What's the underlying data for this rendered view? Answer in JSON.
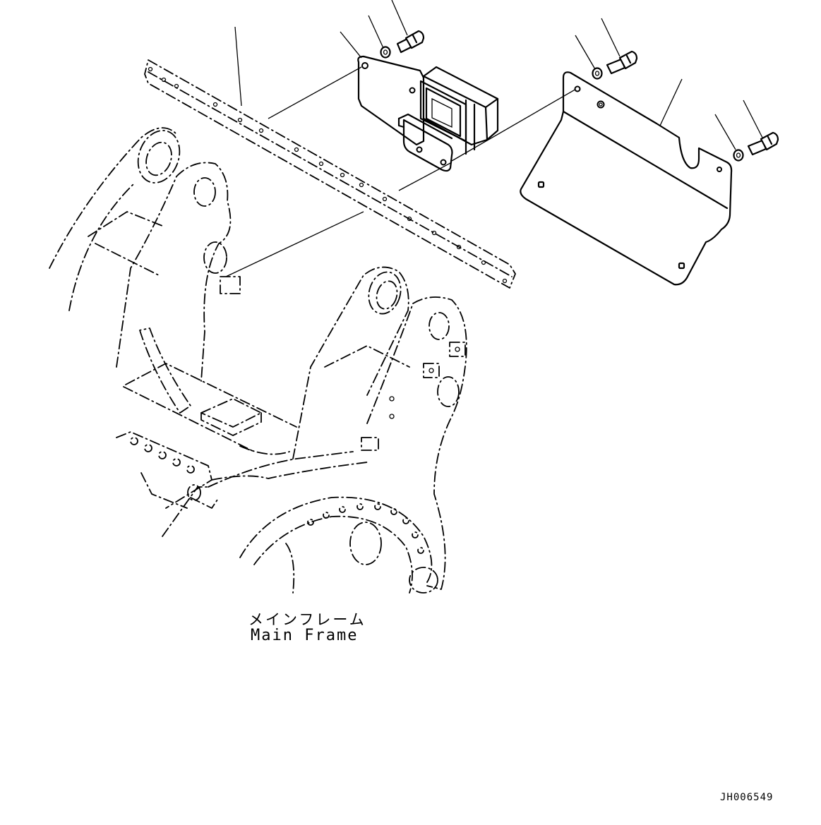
{
  "labels": {
    "main_frame_jp": "メインフレーム",
    "main_frame_en": "Main Frame"
  },
  "drawing_code": "JH006549"
}
